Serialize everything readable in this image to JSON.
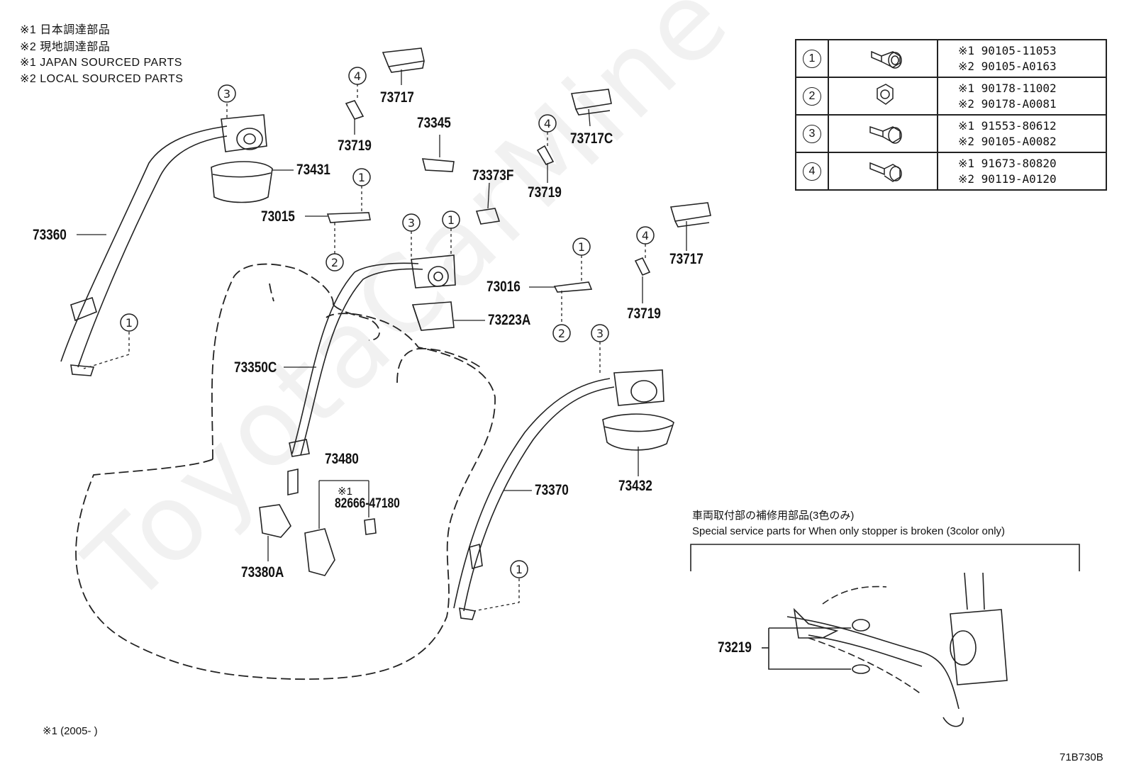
{
  "notes": {
    "line1": "※1 日本調達部品",
    "line2": "※2 現地調達部品",
    "line3": "※1 JAPAN SOURCED PARTS",
    "line4": "※2 LOCAL SOURCED PARTS"
  },
  "legend": [
    {
      "num": "1",
      "code1": "※1 90105-11053",
      "code2": "※2 90105-A0163",
      "icon": "bolt-washer-icon"
    },
    {
      "num": "2",
      "code1": "※1 90178-11002",
      "code2": "※2 90178-A0081",
      "icon": "nut-icon"
    },
    {
      "num": "3",
      "code1": "※1 91553-80612",
      "code2": "※2 90105-A0082",
      "icon": "bolt-washer-icon"
    },
    {
      "num": "4",
      "code1": "※1 91673-80820",
      "code2": "※2 90119-A0120",
      "icon": "bolt-icon"
    }
  ],
  "parts": {
    "p73717a": "73717",
    "p73719a": "73719",
    "p73345": "73345",
    "p73431": "73431",
    "p73015": "73015",
    "p73360": "73360",
    "p73373f": "73373F",
    "p73719b": "73719",
    "p73717c": "73717C",
    "p73717b": "73717",
    "p73016": "73016",
    "p73719c": "73719",
    "p73223a": "73223A",
    "p73350c": "73350C",
    "p73480": "73480",
    "p73480_note": "※1",
    "p82666": "82666-47180",
    "p73380a": "73380A",
    "p73370": "73370",
    "p73432": "73432",
    "p73219": "73219"
  },
  "callouts": {
    "c3a": "3",
    "c4a": "4",
    "c1a": "1",
    "c2a": "2",
    "c1b": "1",
    "c3b": "3",
    "c1c": "1",
    "c4b": "4",
    "c1d": "1",
    "c2b": "2",
    "c4c": "4",
    "c3c": "3",
    "c1e": "1"
  },
  "special": {
    "jp": "車両取付部の補修用部品(3色のみ)",
    "en": "Special service parts for When only stopper is broken (3color only)"
  },
  "footnote": "※1 (2005-        )",
  "diagram_code": "71B730B",
  "watermark": "ToyotaCarMine"
}
